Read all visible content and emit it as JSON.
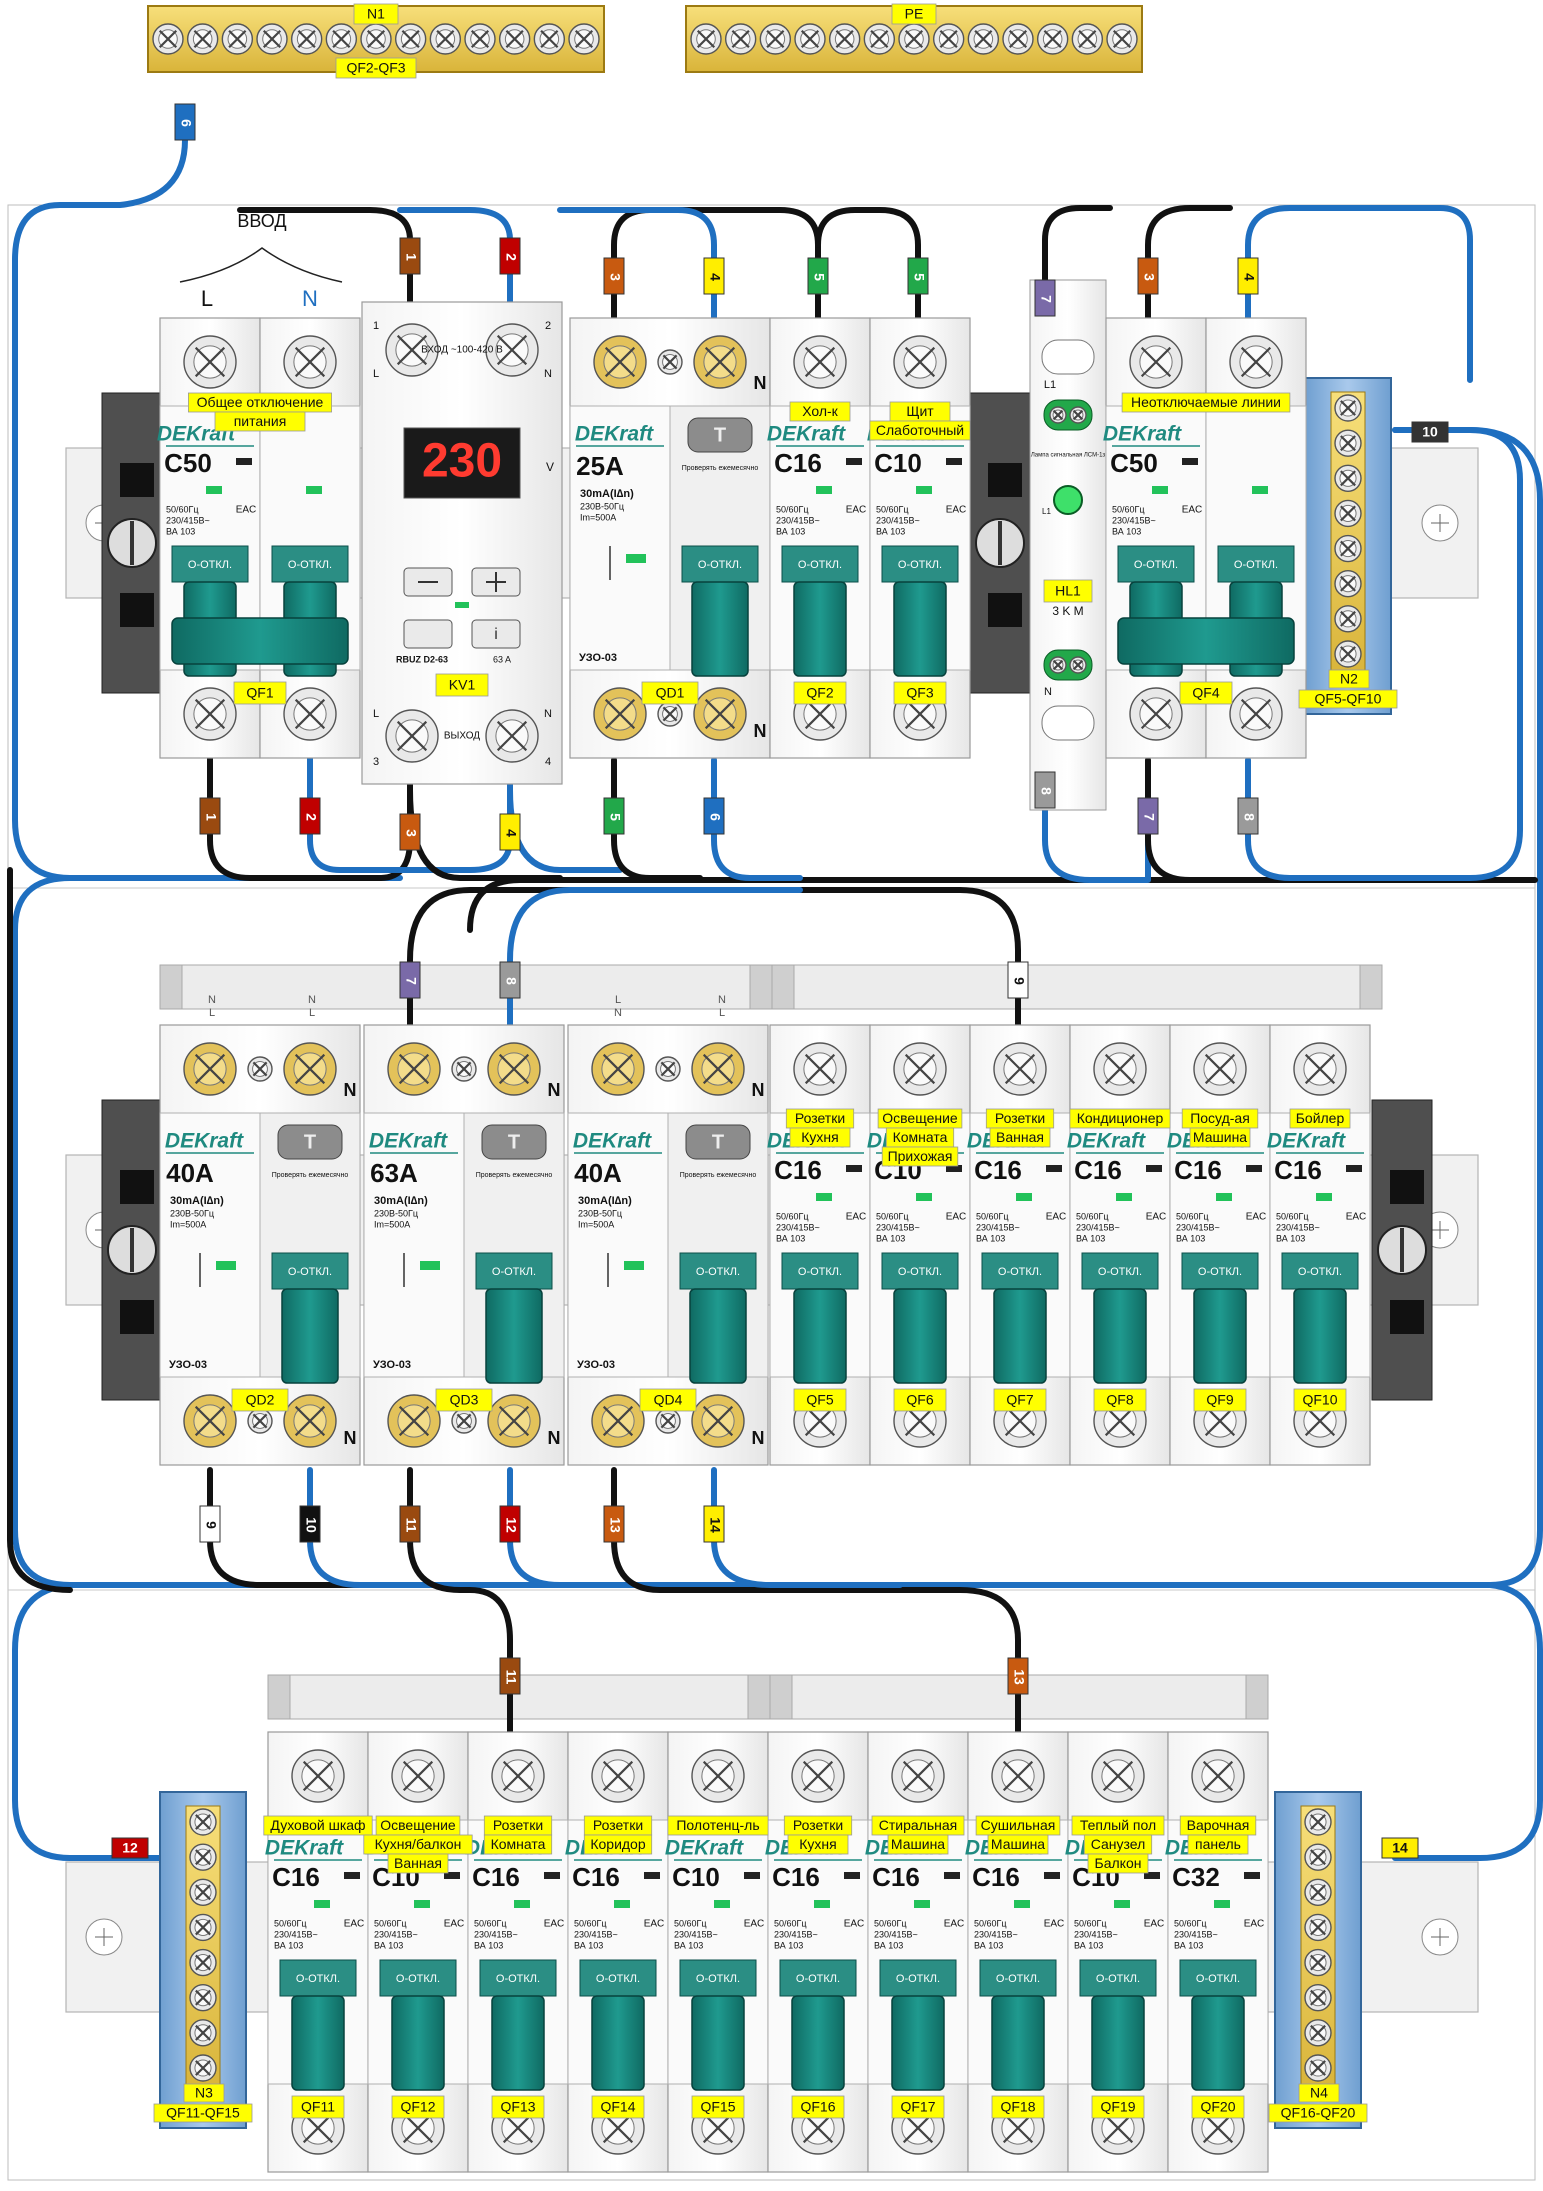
{
  "buses": {
    "n1": {
      "label": "N1",
      "sub": "QF2-QF3"
    },
    "pe": {
      "label": "PE"
    },
    "n2": {
      "label": "N2",
      "sub": "QF5-QF10"
    },
    "n3": {
      "label": "N3",
      "sub": "QF11-QF15"
    },
    "n4": {
      "label": "N4",
      "sub": "QF16-QF20"
    }
  },
  "input": {
    "title": "ВВОД",
    "l": "L",
    "n": "N"
  },
  "common": {
    "brand": "DEKraft",
    "off_label": "О-ОТКЛ.",
    "freq": "50/60Гц",
    "volt": "230/415В~",
    "model": "ВА 103",
    "eac": "EAC",
    "rcd_type": "УЗО-03",
    "rcd_sens": "30mA(I∆n)",
    "rcd_freq": "230В-50Гц",
    "rcd_im": "Im=500A",
    "rcd_test": "Проверять ежемесячно",
    "n_mark": "N"
  },
  "row1": [
    {
      "id": "QF1",
      "rating": "C50",
      "note": [
        "Общее отключение",
        "питания"
      ],
      "kind": "mcb2"
    },
    {
      "id": "KV1",
      "display": "230",
      "in_label": "ВХОД ~100-420 В",
      "out_label": "ВЫХОД",
      "model": "RBUZ D2-63",
      "amps": "63 A",
      "v": "V",
      "l": "L",
      "n": "N",
      "t1": "1",
      "t2": "2",
      "t3": "3",
      "t4": "4",
      "kind": "relay"
    },
    {
      "id": "QD1",
      "rating": "25A",
      "kind": "rcd"
    },
    {
      "id": "QF2",
      "rating": "C16",
      "note": [
        "Хол-к"
      ],
      "kind": "mcb"
    },
    {
      "id": "QF3",
      "rating": "C10",
      "note": [
        "Щит",
        "Слаботочный"
      ],
      "kind": "mcb"
    },
    {
      "id": "HL1",
      "lamp_text": "Лампа сигнальная ЛСМ-1з",
      "l1": "L1",
      "n": "N",
      "code": "3 K M",
      "kind": "lamp"
    },
    {
      "id": "QF4",
      "rating": "C50",
      "note": [
        "Неотключаемые линии"
      ],
      "kind": "mcb2"
    }
  ],
  "row2": [
    {
      "id": "QD2",
      "rating": "40A",
      "kind": "rcd"
    },
    {
      "id": "QD3",
      "rating": "63A",
      "kind": "rcd"
    },
    {
      "id": "QD4",
      "rating": "40A",
      "kind": "rcd"
    },
    {
      "id": "QF5",
      "rating": "C16",
      "note": [
        "Розетки",
        "Кухня"
      ],
      "kind": "mcb"
    },
    {
      "id": "QF6",
      "rating": "C10",
      "note": [
        "Освещение",
        "Комната",
        "Прихожая"
      ],
      "kind": "mcb"
    },
    {
      "id": "QF7",
      "rating": "C16",
      "note": [
        "Розетки",
        "Ванная"
      ],
      "kind": "mcb"
    },
    {
      "id": "QF8",
      "rating": "C16",
      "note": [
        "Кондиционер"
      ],
      "kind": "mcb"
    },
    {
      "id": "QF9",
      "rating": "C16",
      "note": [
        "Посуд-ая",
        "Машина"
      ],
      "kind": "mcb"
    },
    {
      "id": "QF10",
      "rating": "C16",
      "note": [
        "Бойлер"
      ],
      "kind": "mcb"
    }
  ],
  "row3": [
    {
      "id": "QF11",
      "rating": "C16",
      "note": [
        "Духовой шкаф"
      ],
      "kind": "mcb"
    },
    {
      "id": "QF12",
      "rating": "C10",
      "note": [
        "Освещение",
        "Кухня/балкон",
        "Ванная"
      ],
      "kind": "mcb"
    },
    {
      "id": "QF13",
      "rating": "C16",
      "note": [
        "Розетки",
        "Комната"
      ],
      "kind": "mcb"
    },
    {
      "id": "QF14",
      "rating": "C16",
      "note": [
        "Розетки",
        "Коридор"
      ],
      "kind": "mcb"
    },
    {
      "id": "QF15",
      "rating": "C10",
      "note": [
        "Полотенц-ль"
      ],
      "kind": "mcb"
    },
    {
      "id": "QF16",
      "rating": "C16",
      "note": [
        "Розетки",
        "Кухня"
      ],
      "kind": "mcb"
    },
    {
      "id": "QF17",
      "rating": "C16",
      "note": [
        "Стиральная",
        "Машина"
      ],
      "kind": "mcb"
    },
    {
      "id": "QF18",
      "rating": "C16",
      "note": [
        "Сушильная",
        "Машина"
      ],
      "kind": "mcb"
    },
    {
      "id": "QF19",
      "rating": "C10",
      "note": [
        "Теплый пол",
        "Санузел",
        "Балкон"
      ],
      "kind": "mcb"
    },
    {
      "id": "QF20",
      "rating": "C32",
      "note": [
        "Варочная",
        "панель"
      ],
      "kind": "mcb"
    }
  ],
  "wires": {
    "w1": "1",
    "w2": "2",
    "w3": "3",
    "w4": "4",
    "w5": "5",
    "w6": "6",
    "w7": "7",
    "w8": "8",
    "w9": "9",
    "w10": "10",
    "w11": "11",
    "w12": "12",
    "w13": "13",
    "w14": "14"
  },
  "rail_marks": {
    "n": "N",
    "l": "L"
  },
  "colors": {
    "teal": "#1f8a80",
    "teal_dark": "#0c5e57",
    "bus": "#f2d05a",
    "din": "#d9d9d9",
    "label_bg": "#ffff00",
    "wire_blue": "#1f6fc0",
    "wire_black": "#111111"
  }
}
